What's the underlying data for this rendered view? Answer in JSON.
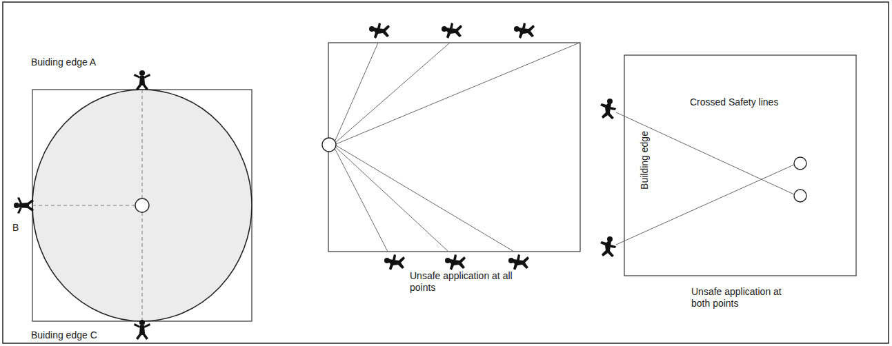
{
  "diagram": {
    "labels": [
      "Buiding edge A",
      "B",
      "Buiding edge C",
      "Unsafe application at all points",
      "Building edge",
      "Crossed Safety lines",
      "Unsafe application at both points"
    ]
  }
}
